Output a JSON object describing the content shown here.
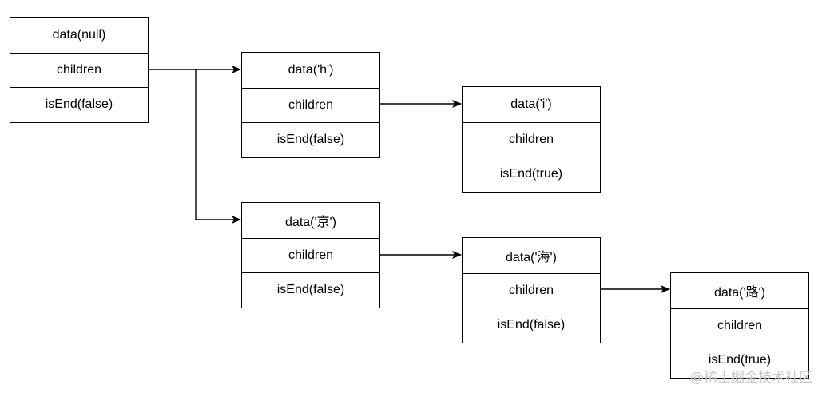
{
  "nodes": {
    "root": {
      "data": "data(null)",
      "children": "children",
      "is_end": "isEnd(false)"
    },
    "h": {
      "data": "data('h')",
      "children": "children",
      "is_end": "isEnd(false)"
    },
    "i": {
      "data": "data('i')",
      "children": "children",
      "is_end": "isEnd(true)"
    },
    "jing": {
      "data": "data('京')",
      "children": "children",
      "is_end": "isEnd(false)"
    },
    "hai": {
      "data": "data('海')",
      "children": "children",
      "is_end": "isEnd(false)"
    },
    "lu": {
      "data": "data('路')",
      "children": "children",
      "is_end": "isEnd(true)"
    }
  },
  "watermark": "@稀土掘金技术社区"
}
